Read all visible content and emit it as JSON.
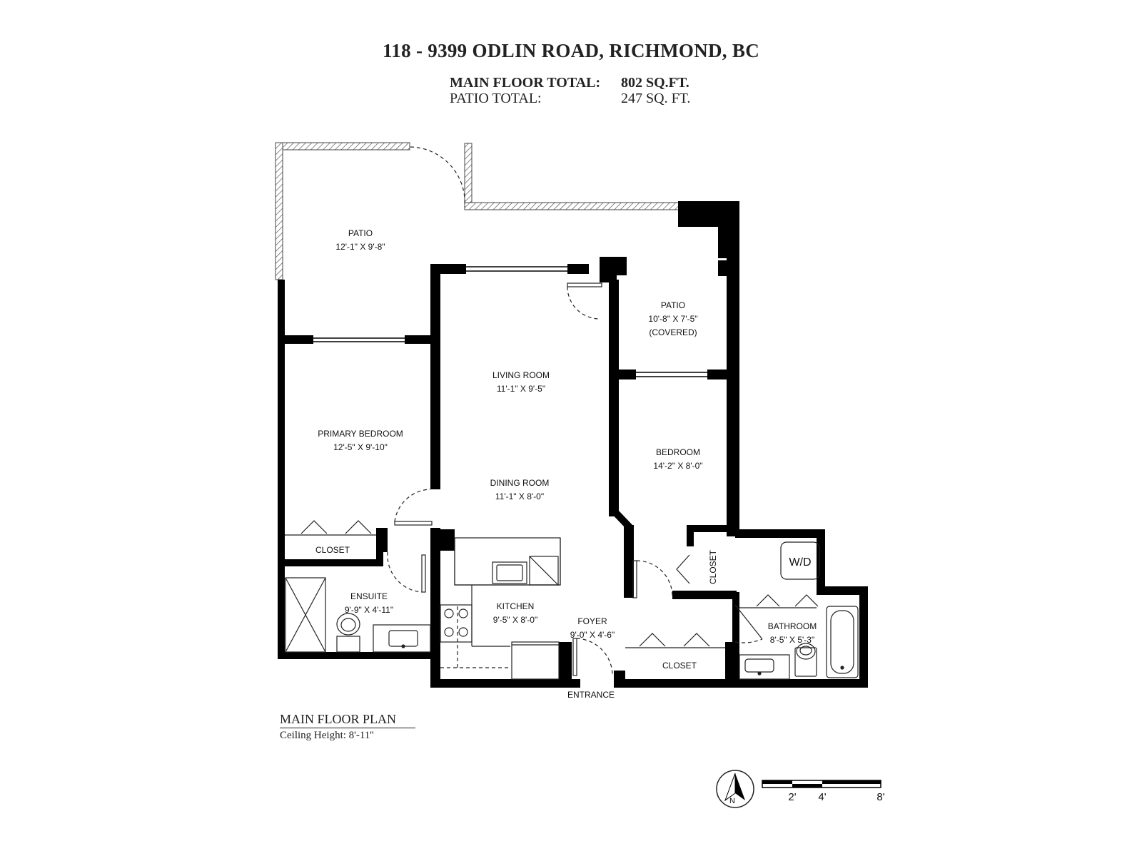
{
  "header": {
    "address": "118 - 9399 ODLIN ROAD, RICHMOND, BC",
    "main_floor_label": "MAIN FLOOR TOTAL:",
    "main_floor_value": "802 SQ.FT.",
    "patio_label": "PATIO TOTAL:",
    "patio_value": "247 SQ. FT."
  },
  "rooms": {
    "patio_top": {
      "name": "PATIO",
      "size": "12'-1\" X 9'-8\""
    },
    "patio_covered": {
      "name": "PATIO",
      "size": "10'-8\" X 7'-5\"",
      "note": "(COVERED)"
    },
    "living": {
      "name": "LIVING ROOM",
      "size": "11'-1\" X 9'-5\""
    },
    "primary_bedroom": {
      "name": "PRIMARY BEDROOM",
      "size": "12'-5\" X 9'-10\""
    },
    "dining": {
      "name": "DINING ROOM",
      "size": "11'-1\" X 8'-0\""
    },
    "bedroom": {
      "name": "BEDROOM",
      "size": "14'-2\" X 8'-0\""
    },
    "closet_primary": {
      "name": "CLOSET"
    },
    "closet_bedroom": {
      "name": "CLOSET"
    },
    "closet_foyer": {
      "name": "CLOSET"
    },
    "ensuite": {
      "name": "ENSUITE",
      "size": "9'-9\" X 4'-11\""
    },
    "kitchen": {
      "name": "KITCHEN",
      "size": "9'-5\" X 8'-0\""
    },
    "foyer": {
      "name": "FOYER",
      "size": "9'-0\" X 4'-6\""
    },
    "bathroom": {
      "name": "BATHROOM",
      "size": "8'-5\" X 5'-3\""
    },
    "entrance": {
      "name": "ENTRANCE"
    },
    "wd": {
      "name": "W/D"
    }
  },
  "footer": {
    "plan_title": "MAIN FLOOR PLAN",
    "ceiling": "Ceiling Height: 8'-11''"
  },
  "compass": {
    "label": "N"
  },
  "scale": {
    "labels": [
      "2'",
      "4'",
      "8'"
    ]
  }
}
